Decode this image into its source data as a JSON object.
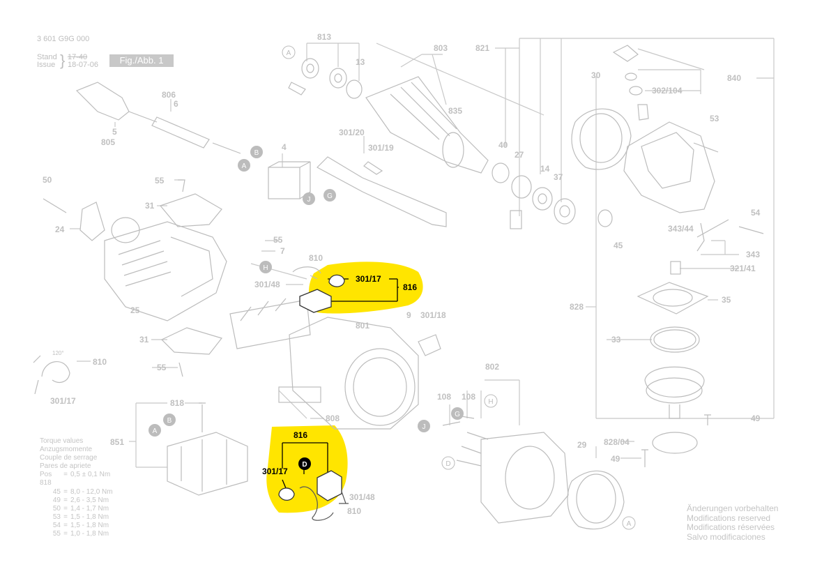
{
  "header": {
    "part_number": "3 601 G9G 000",
    "stand_label": "Stand",
    "issue_label": "Issue",
    "stand_value": "17-40",
    "issue_value": "18-07-06",
    "figure_label": "Fig./Abb. 1"
  },
  "torque": {
    "lines": [
      "Torque values",
      "Anzugsmomente",
      "Couple de serrage",
      "Pares de apriete"
    ],
    "rows": [
      {
        "pos": "Pos 818",
        "value": "0,5 ± 0,1 Nm"
      },
      {
        "pos": "45",
        "value": "8,0 - 12,0 Nm"
      },
      {
        "pos": "49",
        "value": "2,6 - 3,5 Nm"
      },
      {
        "pos": "50",
        "value": "1,4 - 1,7 Nm"
      },
      {
        "pos": "53",
        "value": "1,5 - 1,8 Nm"
      },
      {
        "pos": "54",
        "value": "1,5 - 1,8 Nm"
      },
      {
        "pos": "55",
        "value": "1,0 - 1,8 Nm"
      }
    ],
    "eq": "="
  },
  "modifications": [
    "Änderungen vorbehalten",
    "Modifications reserved",
    "Modifications réservées",
    "Salvo modificaciones"
  ],
  "highlight_color": "#ffe500",
  "line_color": "#c8c8c8",
  "labels": {
    "l813": "813",
    "l803": "803",
    "l821": "821",
    "l13": "13",
    "l835": "835",
    "l30": "30",
    "l840": "840",
    "l302_104": "302/104",
    "l53": "53",
    "l806": "806",
    "l6": "6",
    "l5": "5",
    "l805": "805",
    "l301_20": "301/20",
    "l301_19": "301/19",
    "l4": "4",
    "l40": "40",
    "l27": "27",
    "l14": "14",
    "l37": "37",
    "l50": "50",
    "l55a": "55",
    "l31a": "31",
    "l24": "24",
    "l54": "54",
    "l343_44": "343/44",
    "l45": "45",
    "l343": "343",
    "l321_41": "321/41",
    "l55b": "55",
    "l7": "7",
    "l810a": "810",
    "l301_17a": "301/17",
    "l816a": "816",
    "l301_48a": "301/48",
    "l25": "25",
    "l801": "801",
    "l9": "9",
    "l301_18": "301/18",
    "l828": "828",
    "l35": "35",
    "l33": "33",
    "l31b": "31",
    "l55c": "55",
    "l810b": "810",
    "l120": "120°",
    "l301_17b": "301/17",
    "l818": "818",
    "l851": "851",
    "l808": "808",
    "l802": "802",
    "l108a": "108",
    "l108b": "108",
    "l49a": "49",
    "l816b": "816",
    "l301_17c": "301/17",
    "l301_48b": "301/48",
    "l810c": "810",
    "l29": "29",
    "l828_04": "828/04",
    "l49b": "49"
  },
  "markers": {
    "A": "A",
    "B": "B",
    "G": "G",
    "J": "J",
    "H": "H",
    "D": "D"
  }
}
